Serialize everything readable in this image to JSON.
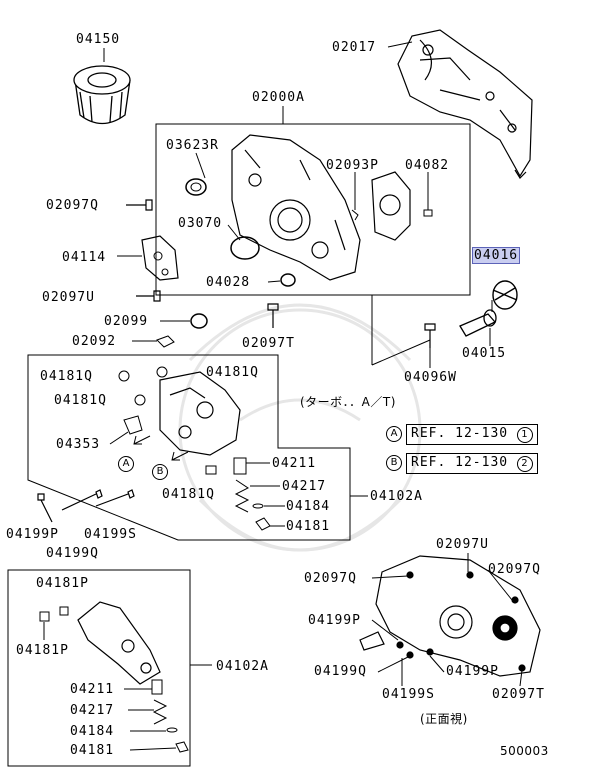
{
  "labels": {
    "p04150": "04150",
    "p02017": "02017",
    "p02000A": "02000A",
    "p03623R": "03623R",
    "p02093P": "02093P",
    "p04082": "04082",
    "p02097Q_top": "02097Q",
    "p03070": "03070",
    "p04114": "04114",
    "p04016": "04016",
    "p04028": "04028",
    "p02097U_top": "02097U",
    "p02099": "02099",
    "p02092": "02092",
    "p02097T_mid": "02097T",
    "p04015": "04015",
    "p04096W": "04096W",
    "p04181Q_a": "04181Q",
    "p04181Q_b": "04181Q",
    "p04181Q_c": "04181Q",
    "p04181Q_d": "04181Q",
    "p04353": "04353",
    "p04211_a": "04211",
    "p04217_a": "04217",
    "p04184_a": "04184",
    "p04181_a": "04181",
    "p04102A_a": "04102A",
    "p04199P_a": "04199P",
    "p04199S_a": "04199S",
    "p04199Q_a": "04199Q",
    "p04181P_a": "04181P",
    "p04181P_b": "04181P",
    "p04102A_b": "04102A",
    "p04211_b": "04211",
    "p04217_b": "04217",
    "p04184_b": "04184",
    "p04181_b": "04181",
    "p02097U_b": "02097U",
    "p02097Q_b": "02097Q",
    "p02097Q_c": "02097Q",
    "p04199P_b": "04199P",
    "p04199Q_b": "04199Q",
    "p04199P_c": "04199P",
    "p04199S_b": "04199S",
    "p02097T_b": "02097T"
  },
  "notes": {
    "turbo": "(ターボ．．A／T)",
    "front_view": "(正面視)",
    "diagram_id": "500003"
  },
  "refs": {
    "a_letter": "A",
    "a_text": "REF. 12-130",
    "a_num": "1",
    "b_letter": "B",
    "b_text": "REF. 12-130",
    "b_num": "2"
  },
  "arrows": {
    "a": "A",
    "b": "B"
  },
  "highlight_color": "#c9cdf0"
}
